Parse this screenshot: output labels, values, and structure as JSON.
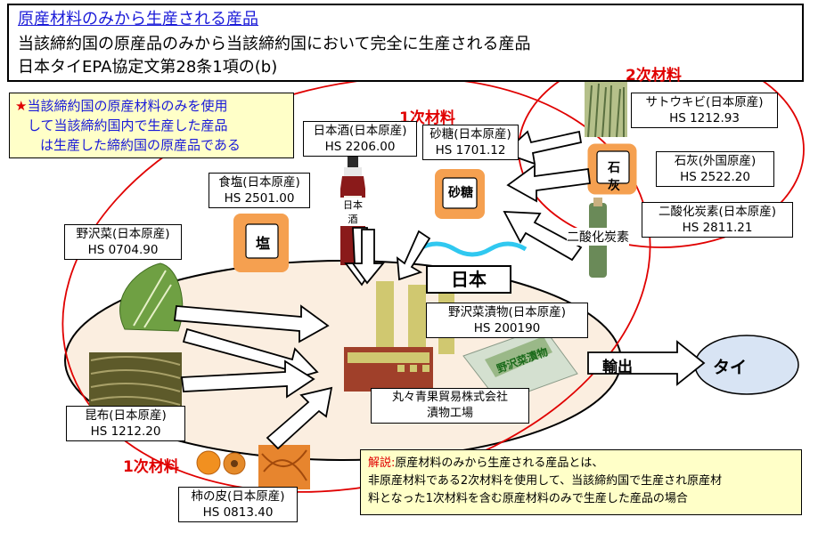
{
  "header": {
    "title": "原産材料のみから生産される産品",
    "line2": "当該締約国の原産品のみから当該締約国において完全に生産される産品",
    "line3": "日本タイEPA協定文第28条1項の(b)"
  },
  "note": {
    "star": "★",
    "line1": "当該締約国の原産材料のみを使用",
    "line2": "して当該締約国内で生産した産品",
    "line3": "は生産した締約国の原産品である"
  },
  "labels": {
    "secondary_materials": "2次材料",
    "primary_materials_top": "1次材料",
    "primary_materials_bottom": "1次材料"
  },
  "materials": {
    "sugarcane": {
      "name": "サトウキビ(日本原産)",
      "hs": "HS 1212.93"
    },
    "lime": {
      "name": "石灰(外国原産)",
      "hs": "HS 2522.20"
    },
    "co2": {
      "name": "二酸化炭素(日本原産)",
      "hs": "HS 2811.21"
    },
    "sake": {
      "name": "日本酒(日本原産)",
      "hs": "HS 2206.00"
    },
    "sugar": {
      "name": "砂糖(日本原産)",
      "hs": "HS 1701.12"
    },
    "salt": {
      "name": "食塩(日本原産)",
      "hs": "HS 2501.00"
    },
    "nozawana": {
      "name": "野沢菜(日本原産)",
      "hs": "HS 0704.90"
    },
    "kombu": {
      "name": "昆布(日本原産)",
      "hs": "HS 1212.20"
    },
    "persimmon": {
      "name": "柿の皮(日本原産)",
      "hs": "HS 0813.40"
    }
  },
  "packages": {
    "lime": "石灰",
    "sugar": "砂糖",
    "salt": "塩",
    "sake": "日本酒",
    "co2": "二酸化炭素"
  },
  "country": {
    "japan": "日本",
    "thailand": "タイ"
  },
  "export_label": "輸出",
  "product": {
    "name": "野沢菜漬物(日本原産)",
    "hs": "HS 200190",
    "package_text": "野沢菜漬物"
  },
  "factory": {
    "line1": "丸々青果貿易株式会社",
    "line2": "漬物工場"
  },
  "explanation": {
    "keyword": "解説:",
    "line1": "原産材料のみから生産される産品とは、",
    "line2": "非原産材料である2次材料を使用して、当該締約国で生産され原産材",
    "line3": "料となった1次材料を含む原産材料のみで生産した産品の場合"
  },
  "colors": {
    "red": "#e00000",
    "blue": "#1a1ad8",
    "note_bg": "#ffffc8",
    "bag": "#f5a050",
    "japan_fill": "#fbeee0",
    "thai_fill": "#d8e4f4"
  }
}
